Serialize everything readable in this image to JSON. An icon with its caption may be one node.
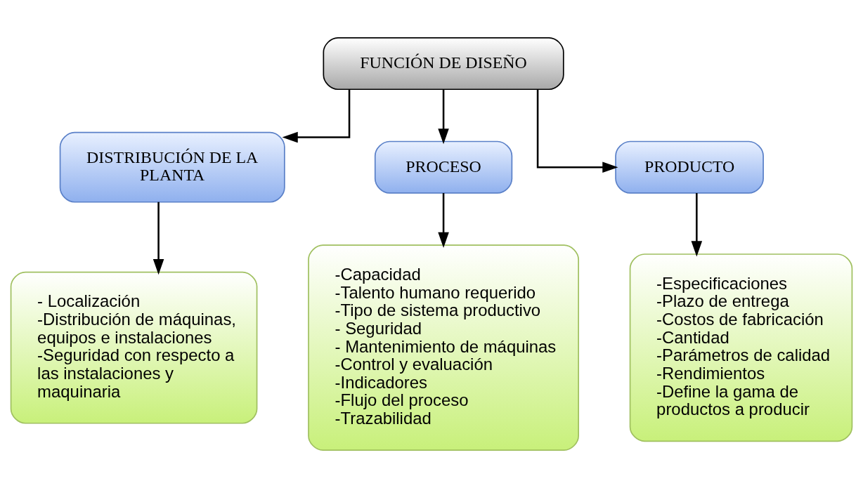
{
  "diagram": {
    "nodes": [
      {
        "text": [
          "FUNCIÓN DE DISEÑO"
        ]
      },
      {
        "text": [
          "DISTRIBUCIÓN DE LA PLANTA"
        ]
      },
      {
        "text": [
          "PROCESO"
        ]
      },
      {
        "text": [
          "PRODUCTO"
        ]
      },
      {
        "text": [
          "- Localización",
          "-Distribución de máquinas, equipos e instalaciones",
          "-Seguridad con respecto a las instalaciones y maquinaria"
        ]
      },
      {
        "text": [
          "-Capacidad",
          "-Talento humano requerido",
          "-Tipo de sistema productivo",
          "- Seguridad",
          "- Mantenimiento de máquinas",
          "-Control y evaluación",
          "-Indicadores",
          "-Flujo del proceso",
          "-Trazabilidad"
        ]
      },
      {
        "text": [
          "-Especificaciones",
          "-Plazo de entrega",
          "-Costos de fabricación",
          "-Cantidad",
          "-Parámetros de calidad",
          "-Rendimientos",
          "-Define la gama de productos a producir"
        ]
      }
    ],
    "edges": [
      {
        "from": 0,
        "to": 1,
        "arrow": "to"
      },
      {
        "from": 0,
        "to": 2,
        "arrow": "to"
      },
      {
        "from": 0,
        "to": 3,
        "arrow": "to"
      },
      {
        "from": 1,
        "to": 4,
        "arrow": "to"
      },
      {
        "from": 2,
        "to": 5,
        "arrow": "to"
      },
      {
        "from": 3,
        "to": 6,
        "arrow": "to"
      }
    ]
  }
}
